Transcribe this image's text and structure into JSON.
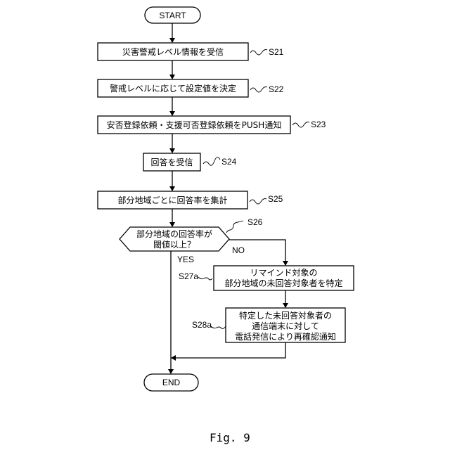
{
  "figure": {
    "caption": "Fig. 9",
    "start": "START",
    "end": "END",
    "steps": [
      {
        "id": "S21",
        "lines": [
          "災害警戒レベル情報を受信"
        ]
      },
      {
        "id": "S22",
        "lines": [
          "警戒レベルに応じて設定値を決定"
        ]
      },
      {
        "id": "S23",
        "lines": [
          "安否登録依頼・支援可否登録依頼をPUSH通知"
        ]
      },
      {
        "id": "S24",
        "lines": [
          "回答を受信"
        ]
      },
      {
        "id": "S25",
        "lines": [
          "部分地域ごとに回答率を集計"
        ]
      },
      {
        "id": "S26",
        "lines": [
          "部分地域の回答率が",
          "閾値以上？"
        ],
        "type": "decision",
        "yes": "YES",
        "no": "NO"
      },
      {
        "id": "S27a",
        "lines": [
          "リマインド対象の",
          "部分地域の未回答対象者を特定"
        ]
      },
      {
        "id": "S28a",
        "lines": [
          "特定した未回答対象者の",
          "通信端末に対して",
          "電話発信により再確認通知"
        ]
      }
    ]
  }
}
